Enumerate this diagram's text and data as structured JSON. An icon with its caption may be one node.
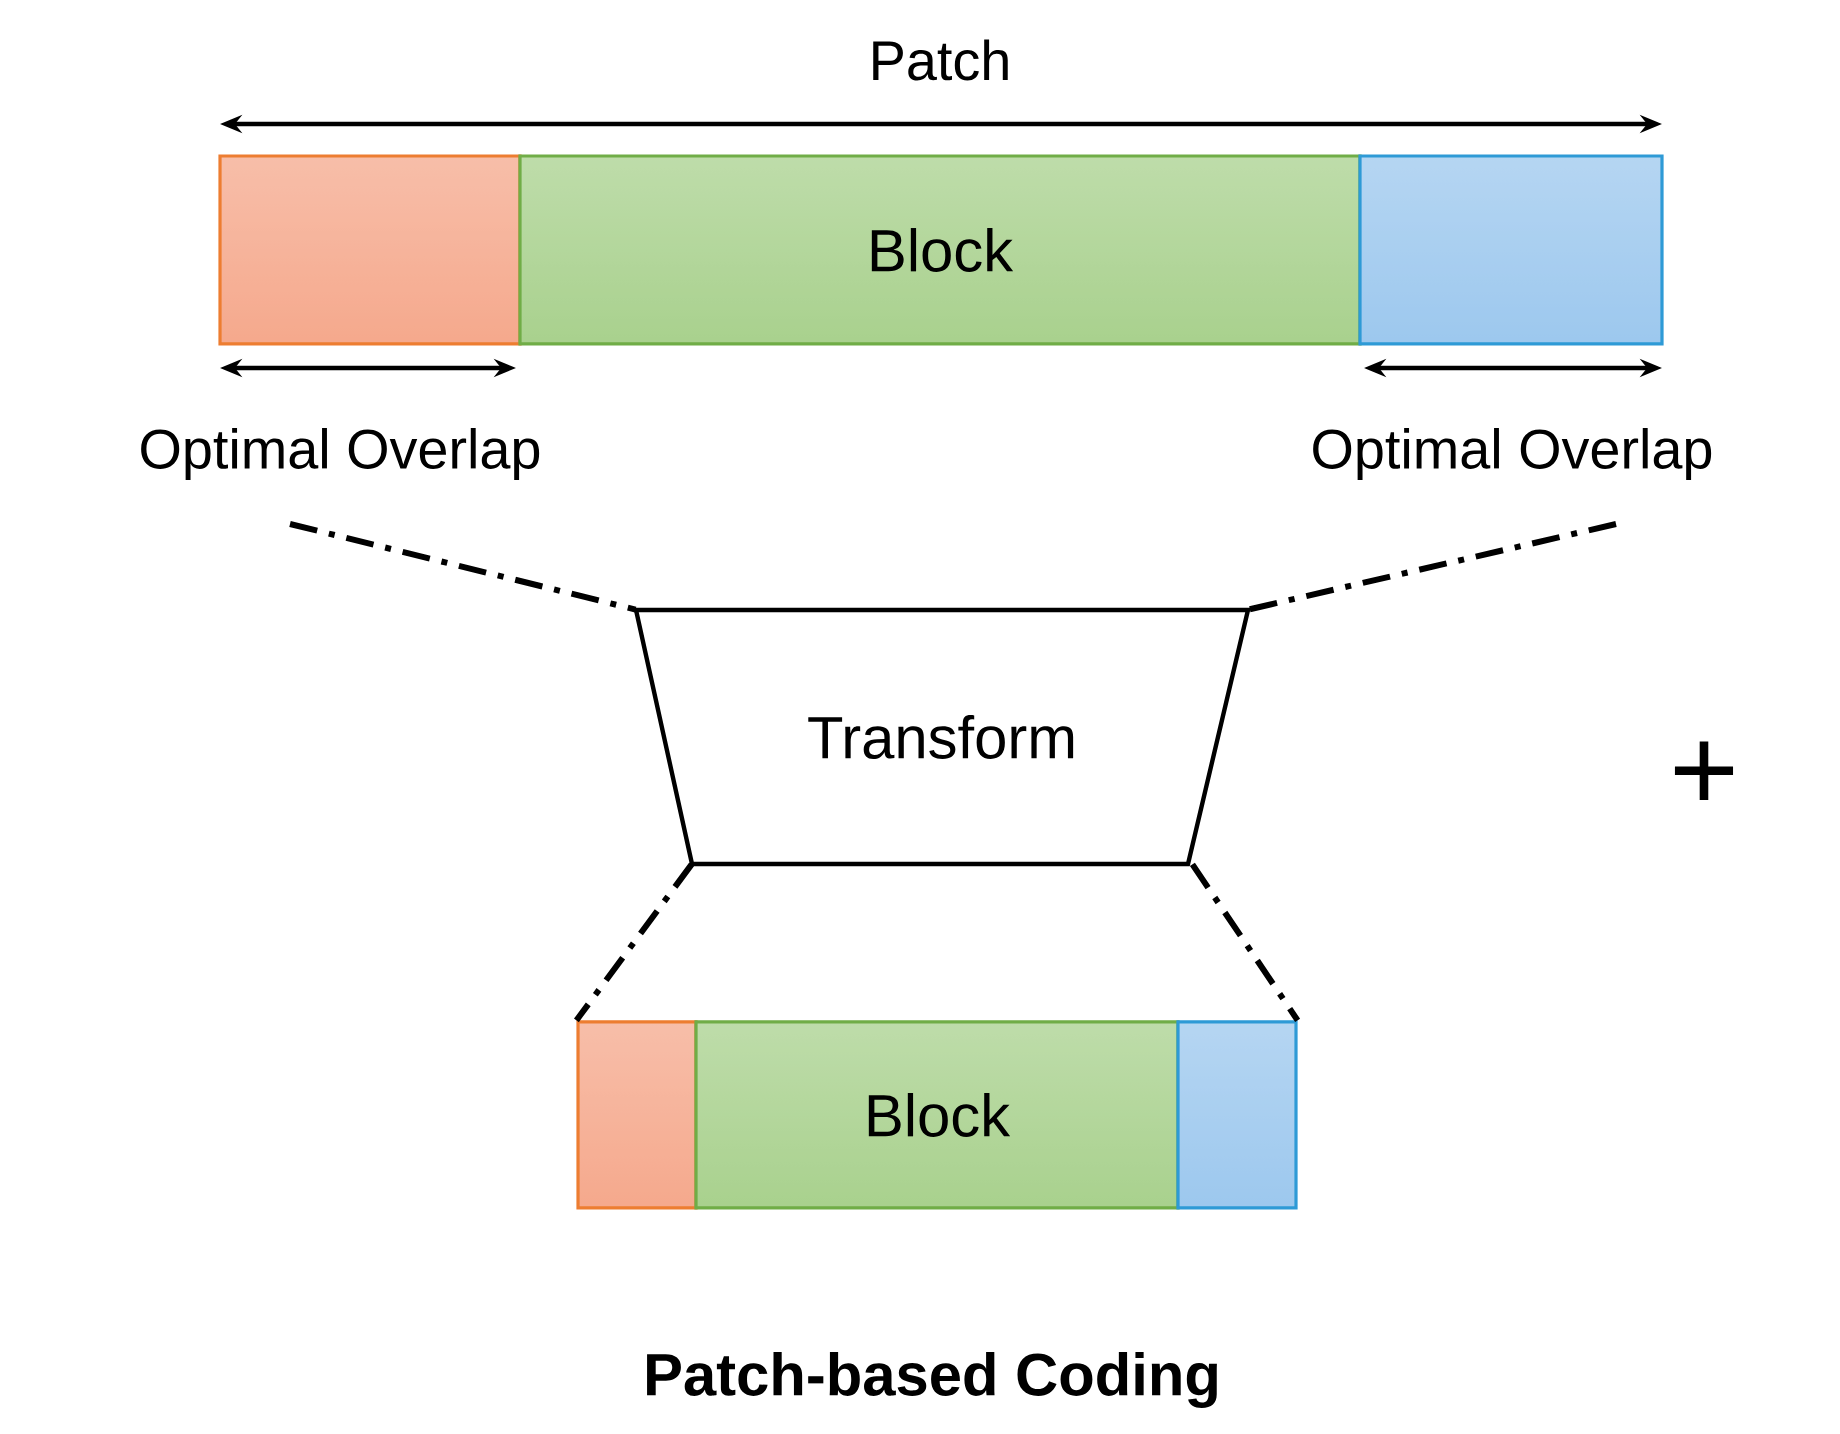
{
  "diagram": {
    "caption": "Patch-based Coding",
    "nodes": [
      {
        "text": [],
        "shape": "box"
      },
      {
        "text": [
          "Block"
        ]
      },
      {
        "text": [],
        "shape": "box"
      },
      {
        "text": [
          "Transform"
        ]
      },
      {
        "text": [],
        "shape": "box"
      },
      {
        "text": [
          "Block"
        ]
      },
      {
        "text": [],
        "shape": "box"
      }
    ],
    "edges": [
      {
        "from": null,
        "to": 3,
        "arrow": "none",
        "style": "dashed"
      },
      {
        "from": null,
        "to": 3,
        "arrow": "none",
        "style": "dashed"
      },
      {
        "from": 3,
        "to": 4,
        "arrow": "none",
        "style": "dashed"
      },
      {
        "from": 3,
        "to": 6,
        "arrow": "none",
        "style": "dashed"
      }
    ],
    "labels": [
      "Patch",
      "Optimal Overlap",
      "Optimal Overlap",
      "+"
    ]
  }
}
